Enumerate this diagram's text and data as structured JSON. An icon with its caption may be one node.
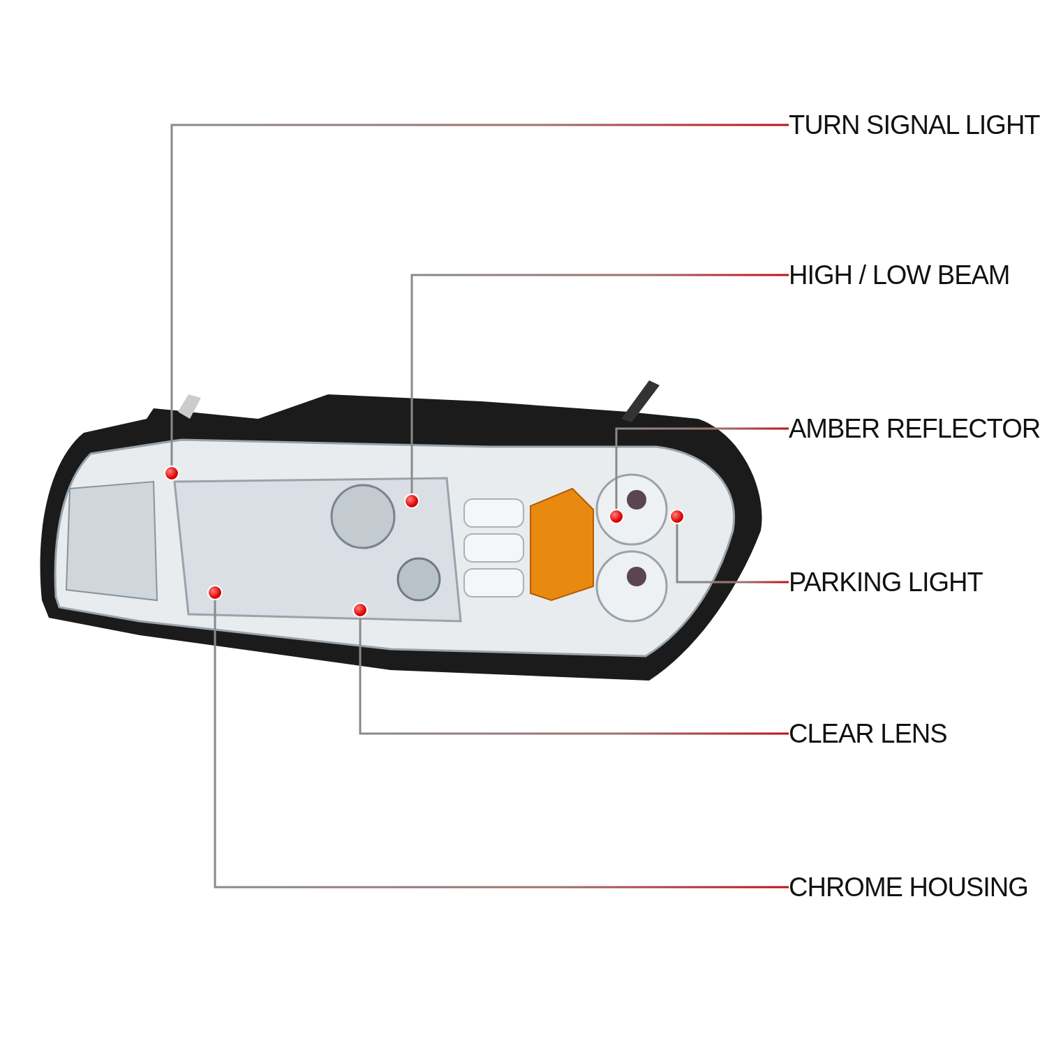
{
  "diagram": {
    "nodes": [
      {
        "text": [
          "TURN SIGNAL LIGHT"
        ]
      },
      {
        "text": [
          "HIGH / LOW BEAM"
        ]
      },
      {
        "text": [
          "AMBER REFLECTOR"
        ]
      },
      {
        "text": [
          "PARKING LIGHT"
        ]
      },
      {
        "text": [
          "CLEAR LENS"
        ]
      },
      {
        "text": [
          "CHROME HOUSING"
        ]
      },
      {
        "text": [],
        "shape": "circle"
      },
      {
        "text": [],
        "shape": "circle"
      },
      {
        "text": [],
        "shape": "circle"
      },
      {
        "text": [],
        "shape": "circle"
      },
      {
        "text": [],
        "shape": "circle"
      },
      {
        "text": [],
        "shape": "circle"
      }
    ],
    "edges": [
      {
        "from": 0,
        "to": 6,
        "arrow": "none"
      },
      {
        "from": 1,
        "to": 7,
        "arrow": "none"
      },
      {
        "from": 2,
        "to": 9,
        "arrow": "none"
      },
      {
        "from": 3,
        "to": 10,
        "arrow": "none"
      },
      {
        "from": 4,
        "to": 11,
        "arrow": "none"
      },
      {
        "from": 5,
        "to": 8,
        "arrow": "none"
      }
    ]
  }
}
